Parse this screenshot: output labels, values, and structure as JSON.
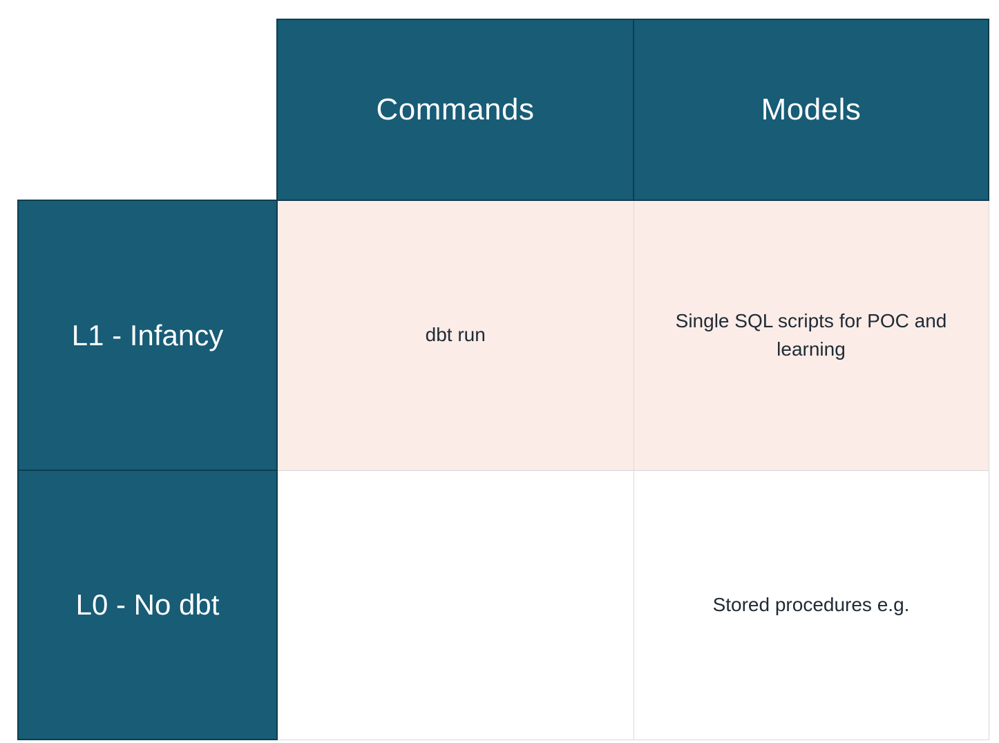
{
  "matrix": {
    "corner": "",
    "columns": [
      "Commands",
      "Models"
    ],
    "rows": [
      {
        "label": "L1 - Infancy",
        "highlight": true,
        "cells": [
          "dbt run",
          "Single SQL scripts for POC and learning"
        ]
      },
      {
        "label": "L0 - No dbt",
        "highlight": false,
        "cells": [
          "",
          "Stored procedures e.g."
        ]
      }
    ],
    "colors": {
      "header_bg": "#185C76",
      "header_border": "#0F3D50",
      "header_text": "#ffffff",
      "highlight_bg": "#FBECE7",
      "cell_text": "#202B36",
      "grid_line": "#d8d8d8"
    }
  },
  "chart_data": {
    "type": "table",
    "title": "",
    "columns": [
      "",
      "Commands",
      "Models"
    ],
    "rows": [
      [
        "L1 - Infancy",
        "dbt run",
        "Single SQL scripts for POC and learning"
      ],
      [
        "L0 - No dbt",
        "",
        "Stored procedures e.g."
      ]
    ],
    "layout_hints": {
      "header_row": true,
      "header_column": true,
      "highlighted_rows": [
        "L1 - Infancy"
      ],
      "corner_cell_empty": true
    }
  }
}
